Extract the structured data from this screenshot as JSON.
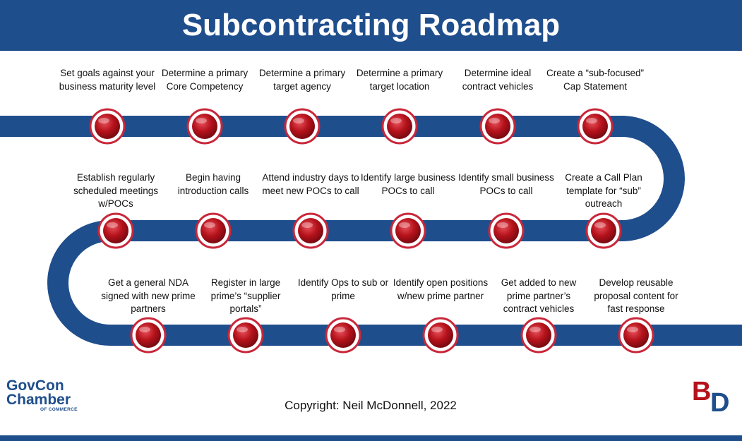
{
  "header": {
    "title": "Subcontracting Roadmap"
  },
  "colors": {
    "road": "#1f4e8c",
    "stop_fill": "#b5121b",
    "stop_ring": "#c9273a"
  },
  "rows": [
    {
      "steps": [
        "Set goals against your business maturity level",
        "Determine a primary Core Competency",
        "Determine a primary target agency",
        "Determine a primary target location",
        "Determine ideal contract vehicles",
        "Create a “sub-focused” Cap Statement"
      ]
    },
    {
      "steps": [
        "Establish regularly scheduled meetings w/POCs",
        "Begin having introduction calls",
        "Attend industry days to meet new POCs to call",
        "Identify large business POCs to call",
        "Identify small business POCs to call",
        "Create a Call Plan template for “sub” outreach"
      ]
    },
    {
      "steps": [
        "Get a general NDA signed with new prime partners",
        "Register in large prime’s “supplier portals”",
        "Identify Ops to sub or prime",
        "Identify open positions w/new prime partner",
        "Get added to new prime partner’s contract vehicles",
        "Develop reusable proposal content for fast response"
      ]
    }
  ],
  "footer": {
    "copyright": "Copyright: Neil McDonnell, 2022",
    "logo_left": {
      "line1": "GovCon",
      "line2": "Chamber",
      "line3": "OF COMMERCE"
    },
    "logo_right": {
      "b": "B",
      "d": "D",
      "b_color": "#b5121b",
      "d_color": "#1f4e8c"
    }
  }
}
